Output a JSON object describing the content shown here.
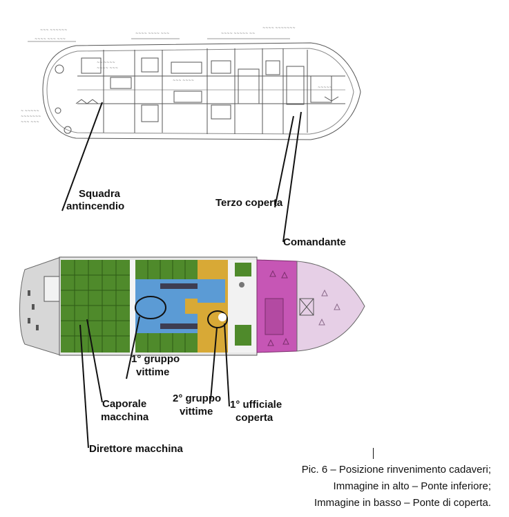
{
  "labels": {
    "squadra_1": "Squadra",
    "squadra_2": "antincendio",
    "terzo_coperta": "Terzo coperta",
    "comandante": "Comandante",
    "gruppo1_1": "1° gruppo",
    "gruppo1_2": "vittime",
    "gruppo2_1": "2° gruppo",
    "gruppo2_2": "vittime",
    "ufficiale_1": "1° ufficiale",
    "ufficiale_2": "coperta",
    "caporale_1": "Caporale",
    "caporale_2": "macchina",
    "direttore": "Direttore macchina"
  },
  "caption": {
    "line1": "Pic. 6 – Posizione rinvenimento cadaveri;",
    "line2": "Immagine in alto – Ponte inferiore;",
    "line3": "Immagine in basso – Ponte di coperta."
  },
  "colors": {
    "engine_green": "#4f8a2b",
    "blue_area": "#5b9bd5",
    "mustard": "#d8a936",
    "magenta": "#c656b5",
    "lilac": "#e6cfe6",
    "deck_grey": "#d7d7d7",
    "dark_bar": "#3d3d52"
  }
}
